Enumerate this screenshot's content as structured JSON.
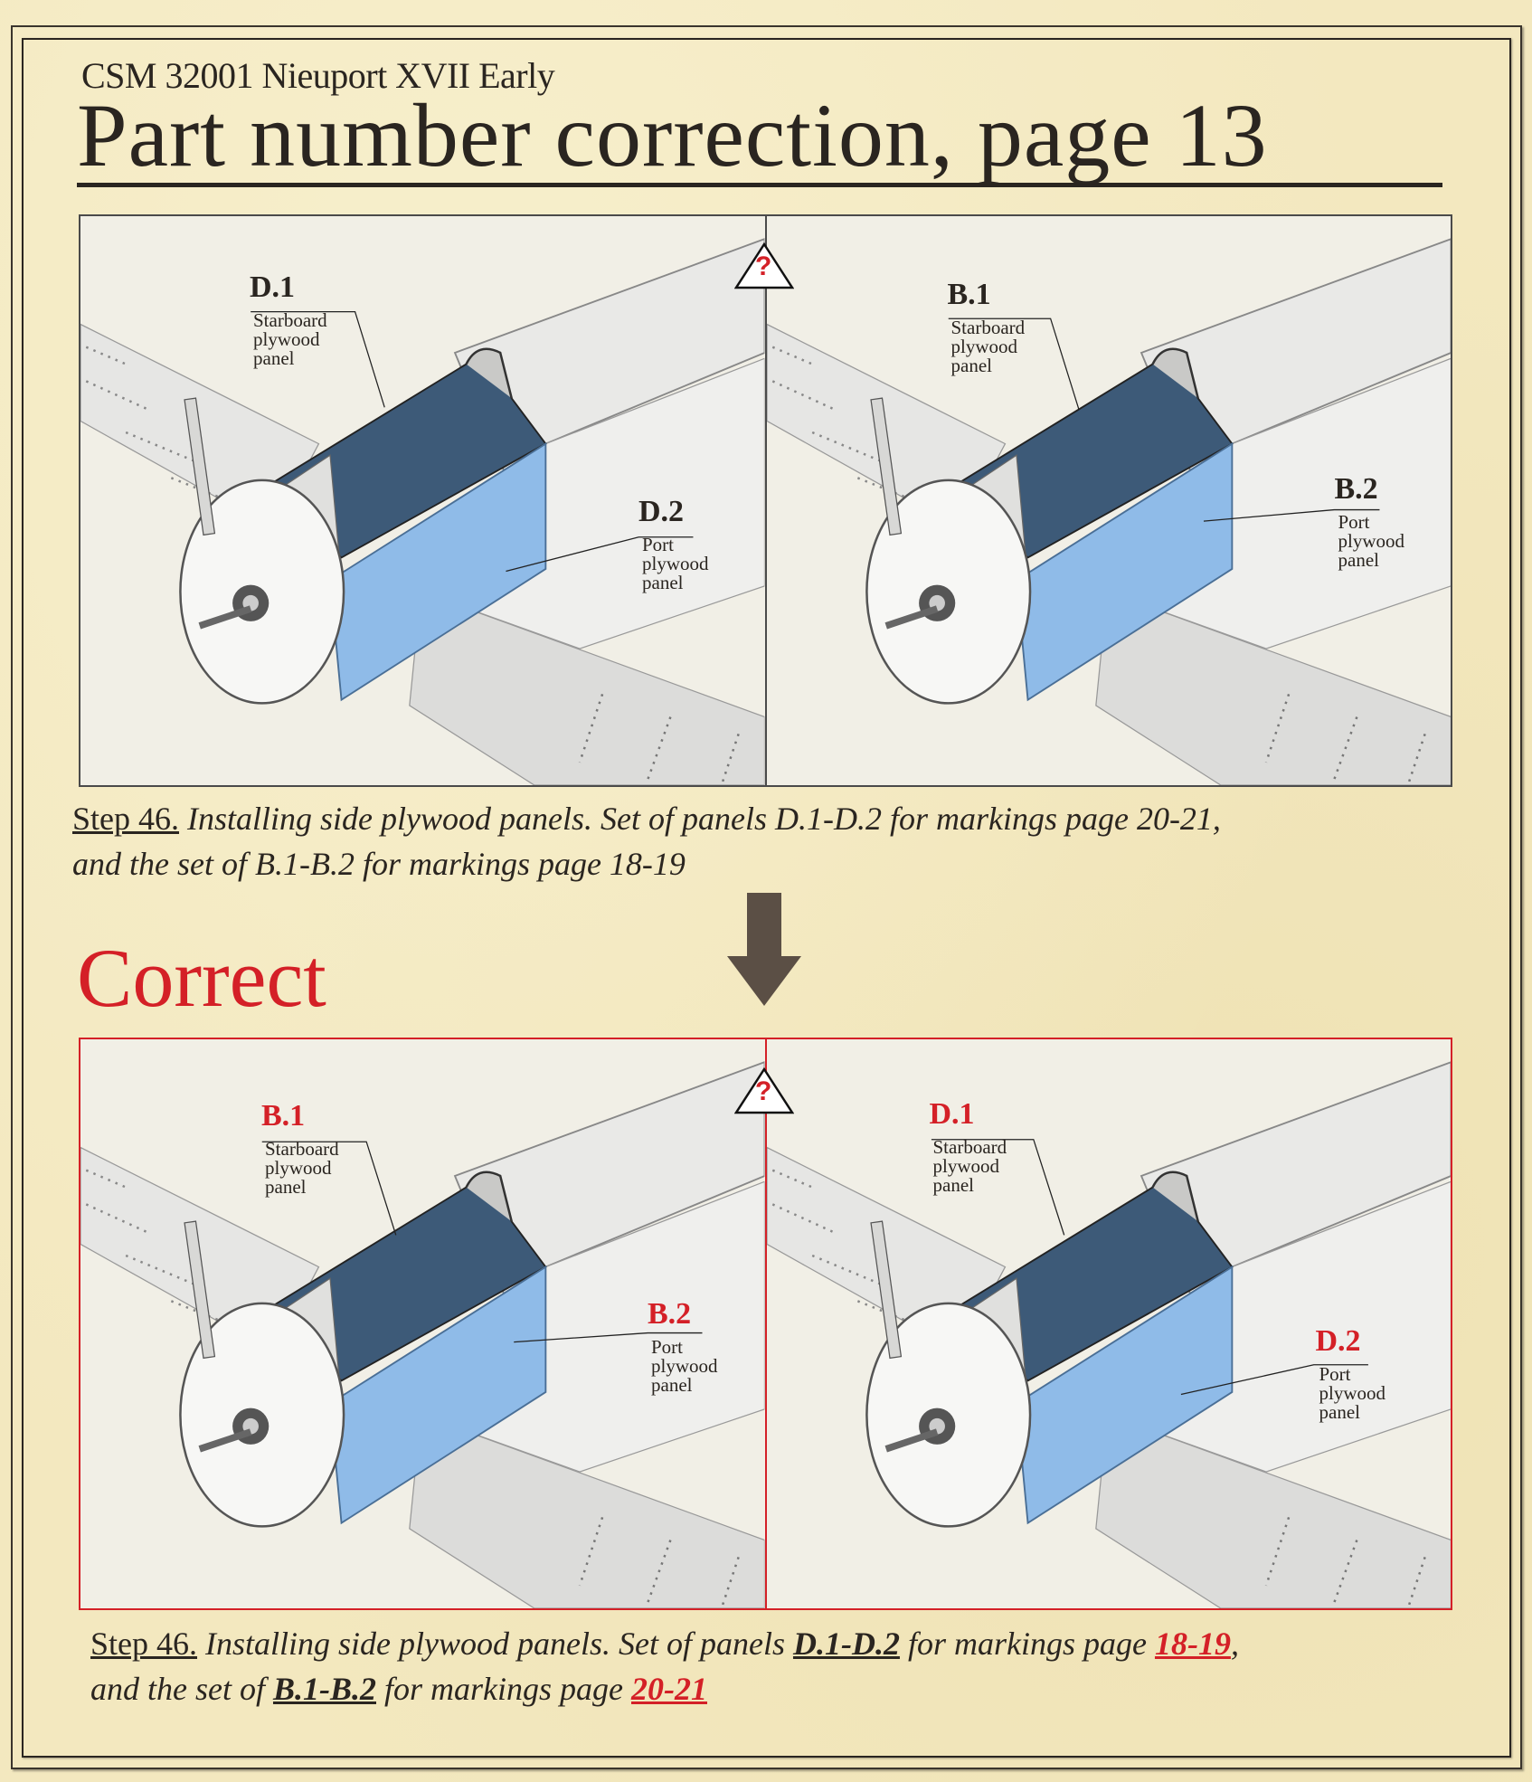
{
  "header": {
    "subtitle": "CSM 32001 Nieuport XVII Early",
    "title": "Part number correction, page 13"
  },
  "colors": {
    "accent_red": "#d42027",
    "panel_blue": "#8fbbe8",
    "ink": "#2a2520"
  },
  "labels": {
    "starboard": "Starboard",
    "port": "Port",
    "plywood": "plywood",
    "panel": "panel",
    "question": "?"
  },
  "original": {
    "left": {
      "starboard_code": "D.1",
      "port_code": "D.2"
    },
    "right": {
      "starboard_code": "B.1",
      "port_code": "B.2"
    },
    "step": {
      "step_label": "Step 46.",
      "line1": " Installing side plywood panels. Set of panels D.1-D.2 for markings page  20-21,",
      "line2": "and the set of B.1-B.2 for markings page 18-19"
    }
  },
  "correct_heading": "Correct",
  "corrected": {
    "left": {
      "starboard_code": "B.1",
      "port_code": "B.2"
    },
    "right": {
      "starboard_code": "D.1",
      "port_code": "D.2"
    },
    "step": {
      "step_label": "Step 46.",
      "t1": " Installing side plywood panels. Set of panels ",
      "set_d": "D.1-D.2",
      "t2": " for markings page  ",
      "page_d": "18-19",
      "t3": ",",
      "t4": "and the set of ",
      "set_b": "B.1-B.2",
      "t5": " for markings page ",
      "page_b": "20-21"
    }
  }
}
